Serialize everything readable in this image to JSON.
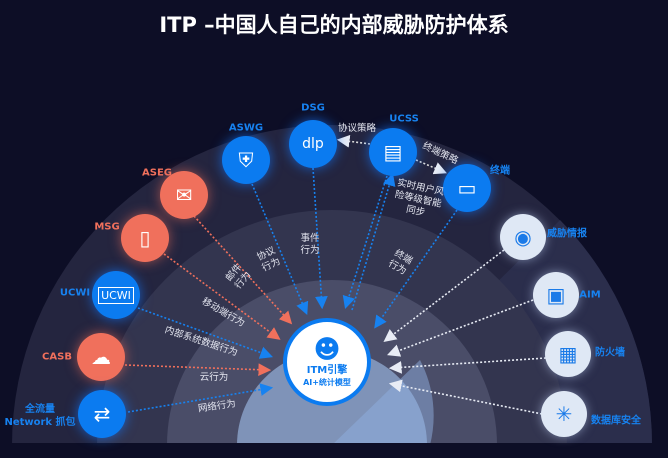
{
  "title": "ITP –中国人自己的内部威胁防护体系",
  "center": {
    "name": "ITM引擎",
    "subtitle": "AI+统计模型",
    "icon": "brain-head-icon"
  },
  "nodes": {
    "aswg": {
      "label": "ASWG",
      "icon": "shield-network-icon"
    },
    "dsg": {
      "label": "DSG",
      "icon": "dlp-chart-icon"
    },
    "ucss": {
      "label": "UCSS",
      "icon": "dashboard-icon"
    },
    "endpoint": {
      "label": "终端",
      "icon": "laptop-icon"
    },
    "aseg": {
      "label": "ASEG",
      "icon": "mail-icon"
    },
    "msg": {
      "label": "MSG",
      "icon": "mobile-icon"
    },
    "ucwi": {
      "label": "UCWI",
      "icon": "ucwi-logo-icon"
    },
    "casb": {
      "label": "CASB",
      "icon": "cloud-lock-icon"
    },
    "network": {
      "label1": "全流量",
      "label2": "Network 抓包",
      "icon": "network-capture-icon"
    },
    "threat_intel": {
      "label": "威胁情报",
      "icon": "signal-icon"
    },
    "aim": {
      "label": "AIM",
      "icon": "target-icon"
    },
    "firewall": {
      "label": "防火墙",
      "icon": "brick-wall-icon"
    },
    "db_security": {
      "label": "数据库安全",
      "icon": "database-shield-icon"
    }
  },
  "edges": {
    "protocol_policy": "协议策略",
    "endpoint_policy": "终端策略",
    "risk_sync": [
      "实时用户风",
      "险等级智能",
      "同步"
    ],
    "event": [
      "事件",
      "行为"
    ],
    "protocol": [
      "协议",
      "行为"
    ],
    "mail": [
      "邮件",
      "行为"
    ],
    "endpoint": [
      "终端",
      "行为"
    ],
    "mobile": "移动端行为",
    "internal": "内部系统数据行为",
    "cloud": "云行为",
    "network": "网络行为"
  },
  "colors": {
    "blue": "#0b7bf0",
    "red": "#f0705c",
    "pale": "#dfe8f5",
    "background": "#0d0e26"
  }
}
